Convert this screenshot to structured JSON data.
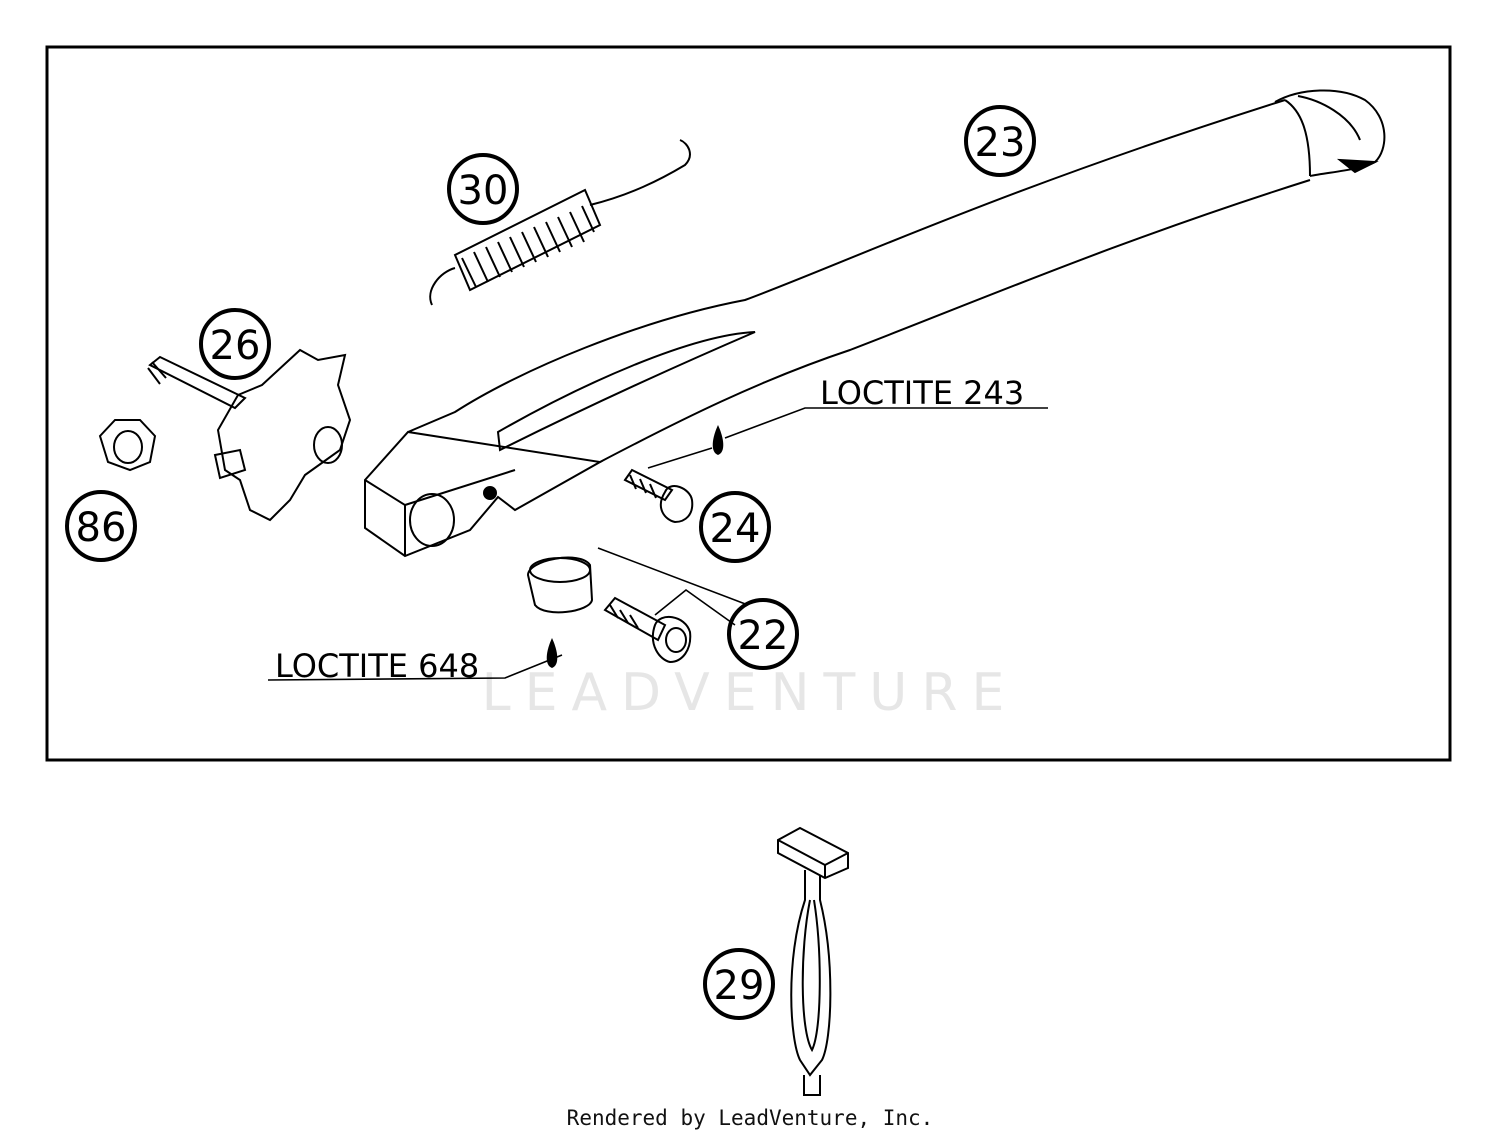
{
  "callouts": {
    "c23": "23",
    "c30": "30",
    "c26": "26",
    "c86": "86",
    "c24": "24",
    "c22": "22",
    "c29": "29"
  },
  "notes": {
    "loctite_243": "LOCTITE 243",
    "loctite_648": "LOCTITE 648"
  },
  "watermark": "LEADVENTURE",
  "footer": "Rendered by LeadVenture, Inc.",
  "colors": {
    "line": "#000000",
    "background": "#ffffff",
    "watermark": "#e6e6e6"
  }
}
